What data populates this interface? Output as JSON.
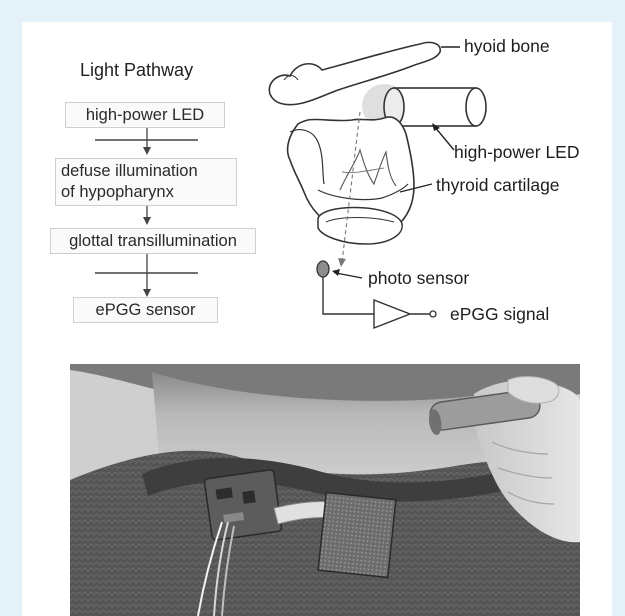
{
  "flow": {
    "title": "Light Pathway",
    "steps": [
      "high-power LED",
      "defuse illumination of hypopharynx",
      "glottal transillumination",
      "ePGG sensor"
    ],
    "step3_lines": [
      "defuse illumination",
      "of hypopharynx"
    ]
  },
  "anatomy": {
    "hyoid_bone": "hyoid bone",
    "led": "high-power LED",
    "thyroid": "thyroid cartilage",
    "photo_sensor": "photo sensor",
    "signal": "ePGG signal"
  },
  "colors": {
    "page_bg": "#e4f1f9",
    "panel_bg": "#ffffff",
    "photo_dark": "#6f6f6f",
    "sweater": "#565656",
    "skin": "#c9c9c9"
  }
}
